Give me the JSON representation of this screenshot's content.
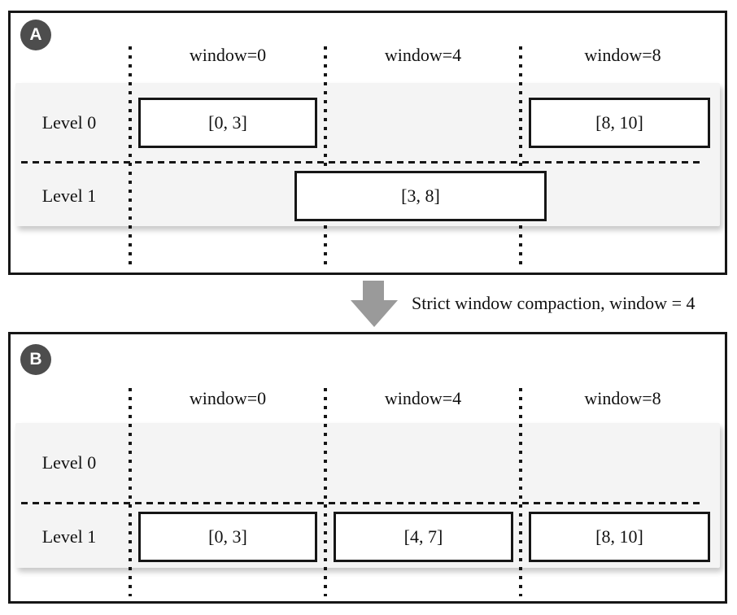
{
  "colors": {
    "line": "#161616",
    "card_bg": "#f4f4f4",
    "badge_bg": "#4d4d4d",
    "arrow": "#9a9a9a",
    "text": "#111111"
  },
  "transition": {
    "label": "Strict window compaction, window = 4"
  },
  "panels": [
    {
      "badge": "A",
      "columns": [
        "window=0",
        "window=4",
        "window=8"
      ],
      "levels": [
        "Level 0",
        "Level 1"
      ],
      "rows": [
        {
          "boxes": [
            {
              "label": "[0, 3]"
            },
            {
              "label": "[8, 10]"
            }
          ]
        },
        {
          "boxes": [
            {
              "label": "[3, 8]"
            }
          ]
        }
      ]
    },
    {
      "badge": "B",
      "columns": [
        "window=0",
        "window=4",
        "window=8"
      ],
      "levels": [
        "Level 0",
        "Level 1"
      ],
      "rows": [
        {
          "boxes": []
        },
        {
          "boxes": [
            {
              "label": "[0, 3]"
            },
            {
              "label": "[4, 7]"
            },
            {
              "label": "[8, 10]"
            }
          ]
        }
      ]
    }
  ]
}
